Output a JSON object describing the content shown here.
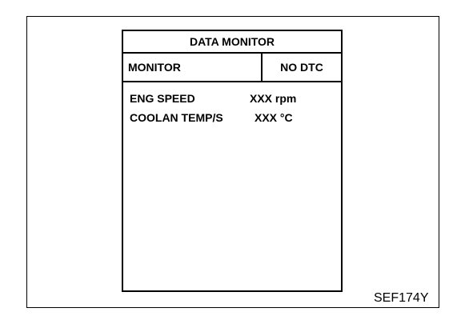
{
  "screen": {
    "title": "DATA MONITOR",
    "header": {
      "left": "MONITOR",
      "right": "NO DTC"
    },
    "items": [
      {
        "label": "ENG SPEED",
        "value": "XXX rpm"
      },
      {
        "label": "COOLAN TEMP/S",
        "value": "XXX °C"
      }
    ]
  },
  "figure_id": "SEF174Y"
}
